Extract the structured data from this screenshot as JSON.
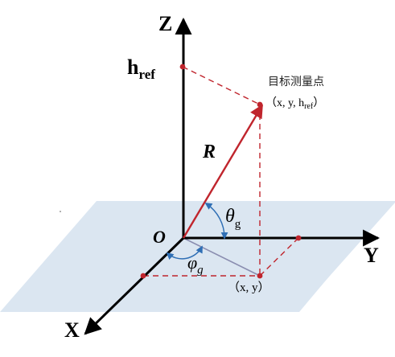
{
  "axes": {
    "z": "Z",
    "y": "Y",
    "x": "X"
  },
  "origin": "O",
  "vector_label": "R",
  "href_label": {
    "main": "h",
    "sub": "ref"
  },
  "target_point": {
    "title": "目标测量点",
    "coords_prefix": "（x, y, h",
    "coords_sub": "ref",
    "coords_suffix": "）"
  },
  "ground_point": "（x, y）",
  "angles": {
    "theta": {
      "symbol": "θ",
      "sub": "g"
    },
    "phi": {
      "symbol": "φ",
      "sub": "g"
    }
  },
  "colors": {
    "plane": "#dbe6f1",
    "axis": "#000000",
    "vector": "#c0252d",
    "dashed": "#c0252d",
    "arc": "#2f6fb5",
    "projection": "#8a8db0"
  }
}
